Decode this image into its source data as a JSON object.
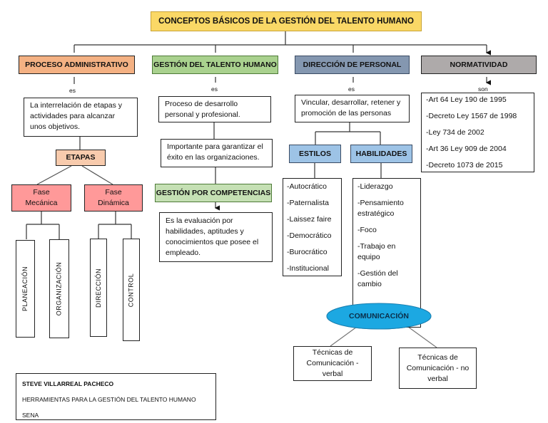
{
  "title": "CONCEPTOS BÁSICOS DE LA GESTIÓN DEL TALENTO HUMANO",
  "colors": {
    "title": "#fad866",
    "proceso": "#f4b183",
    "gestion": "#a9d18e",
    "direccion": "#8497b0",
    "normatividad": "#aeaaaa",
    "etapas": "#f8cbad",
    "fase": "#ff9999",
    "estilos": "#9dc3e6",
    "comunicacion": "#1ca8e2"
  },
  "proceso": {
    "header": "PROCESO ADMINISTRATIVO",
    "connector": "es",
    "description": "La interrelación de etapas y actividades para alcanzar unos objetivos.",
    "etapas": "ETAPAS",
    "fase_mecanica": "Fase Mecánica",
    "fase_dinamica": "Fase Dinámica",
    "steps": [
      "PLANEACIÓN",
      "ORGANIZACIÓN",
      "DIRECCIÓN",
      "CONTROL"
    ]
  },
  "gestion": {
    "header": "GESTIÓN DEL TALENTO HUMANO",
    "connector": "es",
    "description": "Proceso de desarrollo personal y profesional.",
    "importance": "Importante para garantizar el éxito en las organizaciones.",
    "competencias": "GESTIÓN POR COMPETENCIAS",
    "competencias_desc": "Es la evaluación por habilidades, aptitudes y conocimientos que posee el empleado."
  },
  "direccion": {
    "header": "DIRECCIÓN DE PERSONAL",
    "connector": "es",
    "description": "Vincular, desarrollar, retener y promoción de las personas",
    "estilos": "ESTILOS",
    "habilidades": "HABILIDADES",
    "estilos_list": [
      "-Autocrático",
      "-Paternalista",
      "-Laissez faire",
      "-Democrático",
      "-Burocrático",
      "-Institucional"
    ],
    "habilidades_list": [
      "-Liderazgo",
      "-Pensamiento estratégico",
      "-Foco",
      "-Trabajo en equipo",
      "-Gestión del cambio"
    ],
    "comunicacion": "COMUNICACIÓN",
    "tecnica_verbal": "Técnicas de Comunicación - verbal",
    "tecnica_no_verbal": "Técnicas de Comunicación - no verbal"
  },
  "normatividad": {
    "header": "NORMATIVIDAD",
    "connector": "son",
    "items": [
      "-Art 64 Ley 190 de 1995",
      "-Decreto Ley 1567 de 1998",
      "-Ley 734 de 2002",
      "-Art 36 Ley 909 de 2004",
      "-Decreto 1073 de 2015"
    ]
  },
  "credits": {
    "author": "STEVE VILLARREAL PACHECO",
    "course": "HERRAMIENTAS PARA LA GESTIÓN DEL TALENTO HUMANO",
    "institution": "SENA"
  }
}
